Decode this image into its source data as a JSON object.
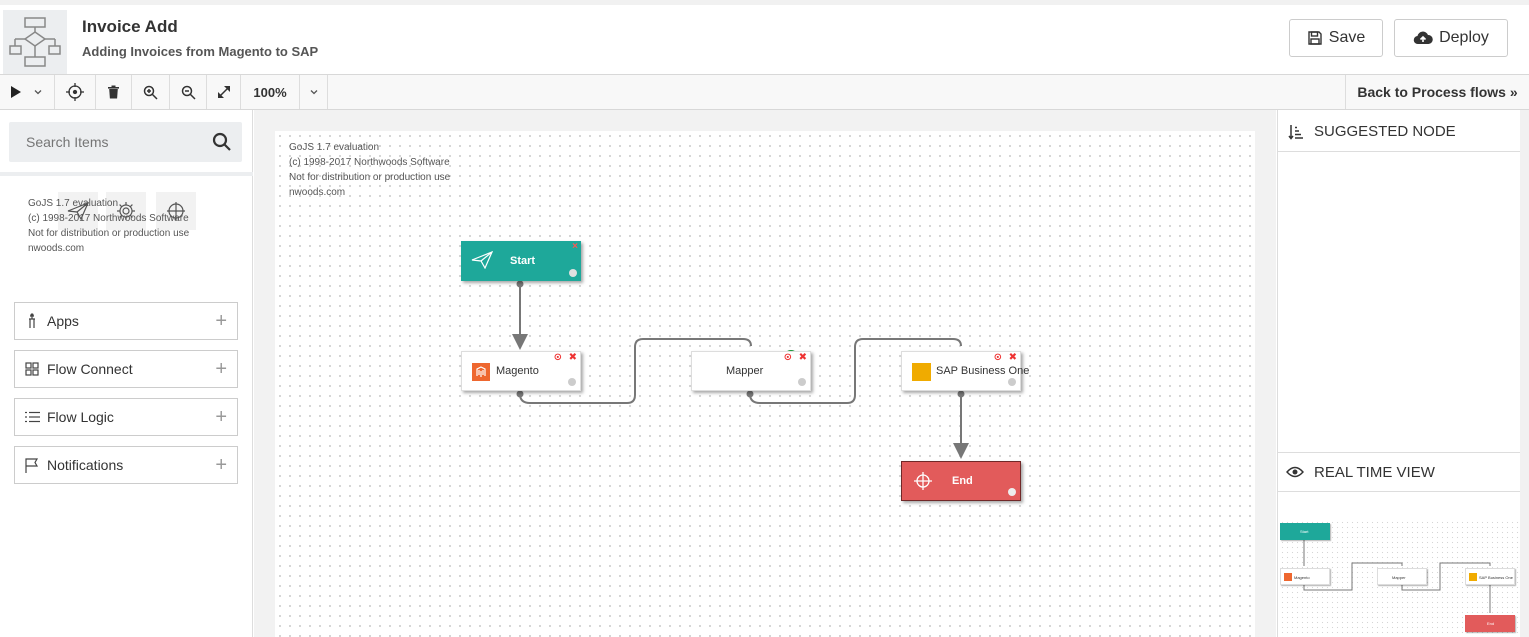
{
  "header": {
    "title": "Invoice Add",
    "subtitle": "Adding Invoices from Magento to SAP",
    "save_label": "Save",
    "deploy_label": "Deploy"
  },
  "toolbar": {
    "zoom": "100%",
    "back_label": "Back to Process flows »"
  },
  "sidebar": {
    "search_placeholder": "Search Items",
    "watermark": [
      "GoJS 1.7 evaluation",
      "(c) 1998-2017 Northwoods Software",
      "Not for distribution or production use",
      "nwoods.com"
    ],
    "sections": [
      {
        "label": "Apps",
        "icon": "app-icon"
      },
      {
        "label": "Flow Connect",
        "icon": "grid-icon"
      },
      {
        "label": "Flow Logic",
        "icon": "list-icon"
      },
      {
        "label": "Notifications",
        "icon": "flag-icon"
      }
    ]
  },
  "canvas": {
    "watermark": [
      "GoJS 1.7 evaluation",
      "(c) 1998-2017 Northwoods Software",
      "Not for distribution or production use",
      "nwoods.com"
    ],
    "nodes": {
      "start": "Start",
      "magento": "Magento",
      "mapper": "Mapper",
      "sap": "SAP Business One",
      "end": "End"
    }
  },
  "right_panel": {
    "suggested_title": "SUGGESTED NODE",
    "realtime_title": "REAL TIME VIEW",
    "mini_nodes": {
      "start": "Start",
      "magento": "Magento",
      "mapper": "Mapper",
      "sap": "SAP Business One",
      "end": "End"
    }
  },
  "colors": {
    "start": "#1ea89a",
    "end": "#e25b5b",
    "magento": "#ee672f",
    "sap": "#f0ab00",
    "connector": "#777777"
  }
}
